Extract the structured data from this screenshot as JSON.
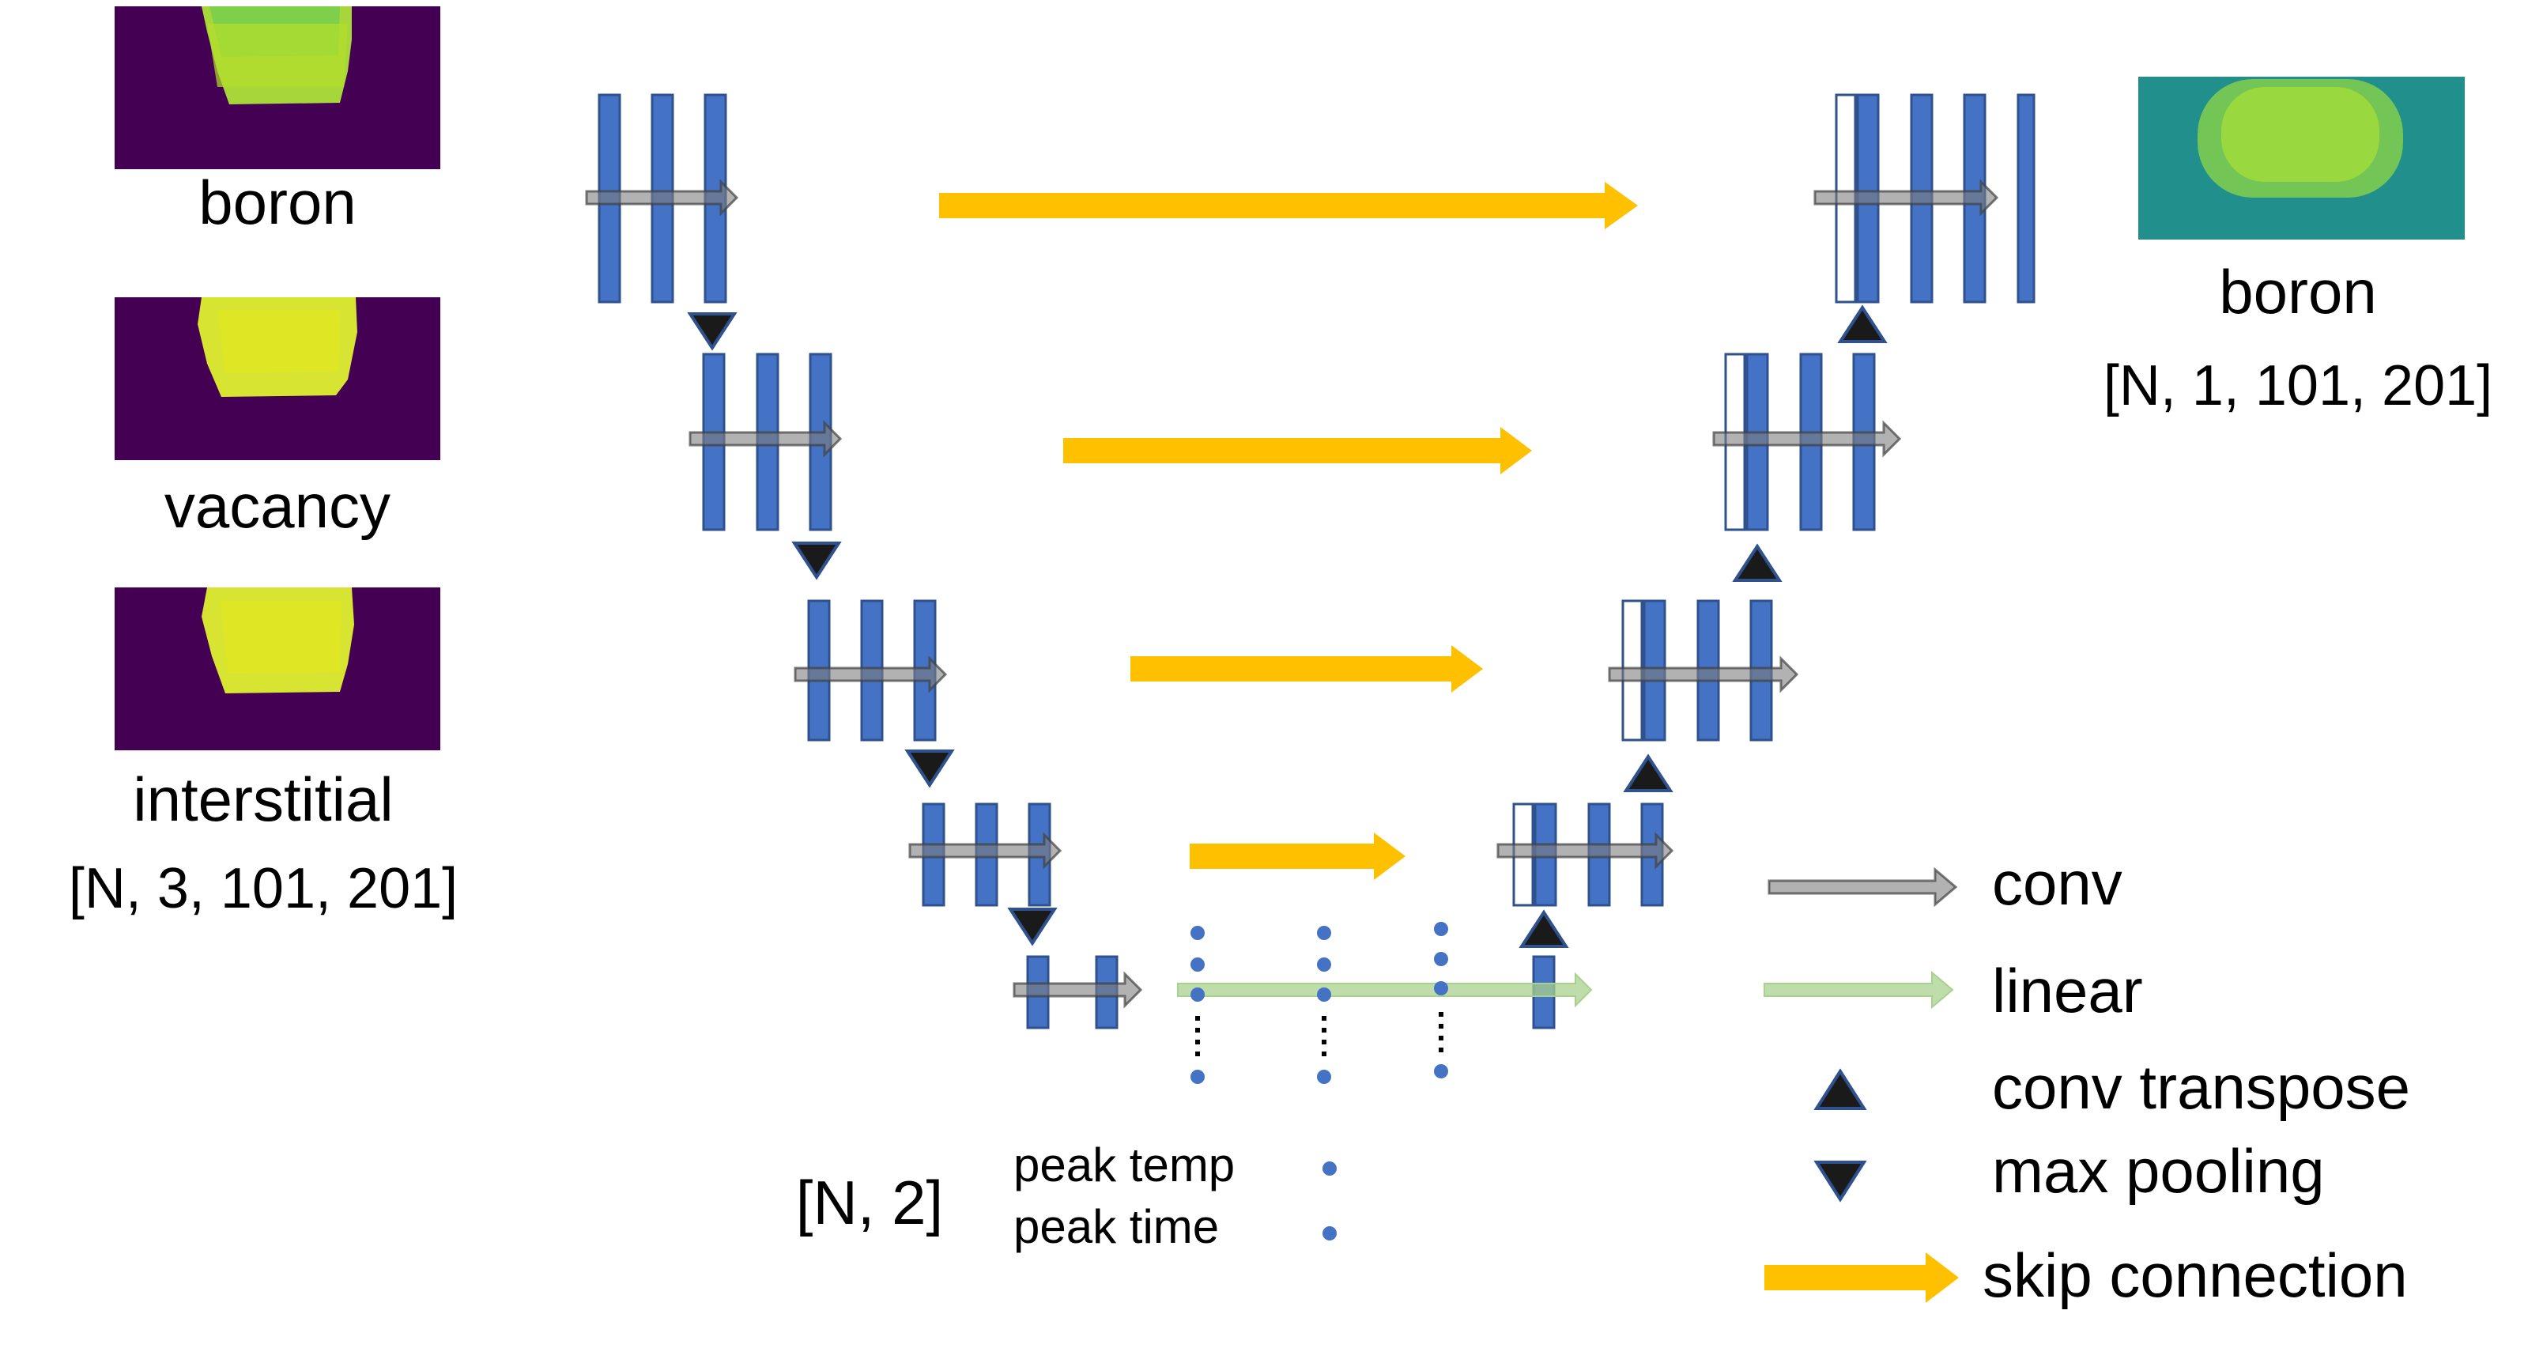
{
  "colors": {
    "block_fill": "#4472C4",
    "block_stroke": "#2F528F",
    "skip_arrow": "#FFC000",
    "conv_arrow": "#7F7F7F",
    "linear_arrow": "#A9D18E",
    "triangle_fill": "#1A1A1A",
    "input_bg": "#440154",
    "input_field": "#C8E83A",
    "output_bg": "#21908C",
    "output_field": "#8FD744",
    "dot": "#4472C4"
  },
  "inputs": {
    "images": [
      {
        "label": "boron",
        "icon": "boron-input-heatmap"
      },
      {
        "label": "vacancy",
        "icon": "vacancy-input-heatmap"
      },
      {
        "label": "interstitial",
        "icon": "interstitial-input-heatmap"
      }
    ],
    "shape": "[N, 3, 101, 201]"
  },
  "output": {
    "label": "boron",
    "shape": "[N, 1, 101, 201]",
    "icon": "boron-output-heatmap"
  },
  "scalar_input": {
    "shape": "[N, 2]",
    "features": [
      "peak temp",
      "peak time"
    ]
  },
  "legend": {
    "conv": "conv",
    "linear": "linear",
    "conv_transpose": "conv transpose",
    "max_pooling": "max pooling",
    "skip_connection": "skip connection"
  }
}
